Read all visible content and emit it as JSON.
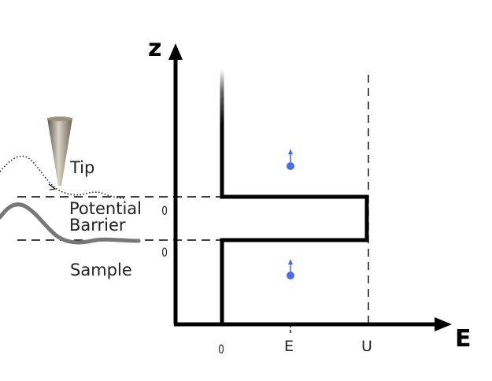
{
  "axes": {
    "z_label": "z",
    "e_label": "E",
    "ticks": [
      "0",
      "E",
      "U"
    ]
  },
  "regions": {
    "tip": "Tip",
    "barrier_line1": "Potential",
    "barrier_line2": "Barrier",
    "sample": "Sample"
  },
  "boundary_labels": [
    "0",
    "0"
  ],
  "colors": {
    "lines": "#000000",
    "electron": "#4a6de0",
    "wave_solid": "#777777",
    "tip": "#8a8070"
  }
}
